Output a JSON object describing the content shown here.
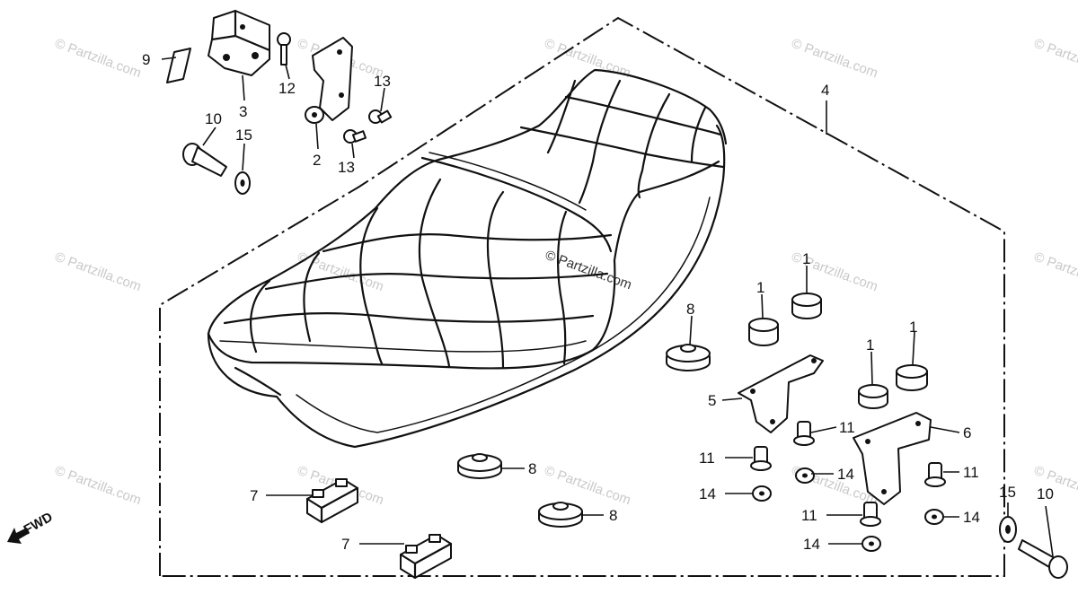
{
  "diagram": {
    "callouts": [
      "1",
      "2",
      "3",
      "4",
      "5",
      "6",
      "7",
      "8",
      "9",
      "10",
      "11",
      "12",
      "13",
      "14",
      "15"
    ],
    "fwd_label": "FWD",
    "watermark": "© Partzilla.com"
  }
}
